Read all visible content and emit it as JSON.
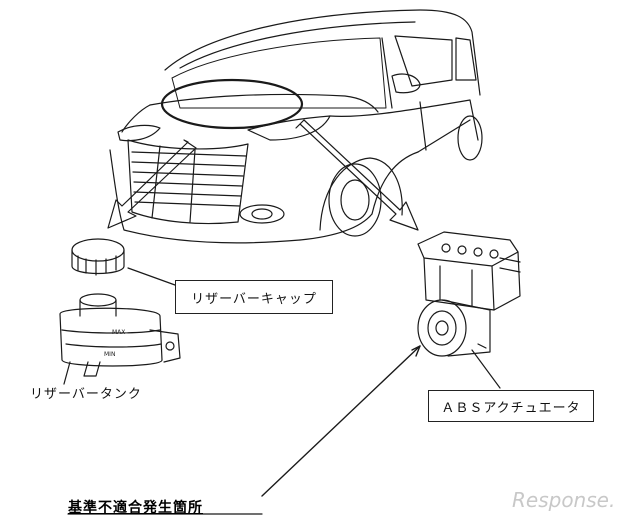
{
  "labels": {
    "reservoir_cap": "リザーバーキャップ",
    "reservoir_tank": "リザーバータンク",
    "abs_actuator": "ＡＢＳアクチュエータ",
    "nonconformity_location": "基準不適合発生箇所",
    "tank_marking_max": "MAX",
    "tank_marking_min": "MIN"
  },
  "watermark": {
    "text": "Response."
  },
  "colors": {
    "line": "#1a1a1a",
    "watermark": "#c8c8c8",
    "background": "#ffffff"
  }
}
